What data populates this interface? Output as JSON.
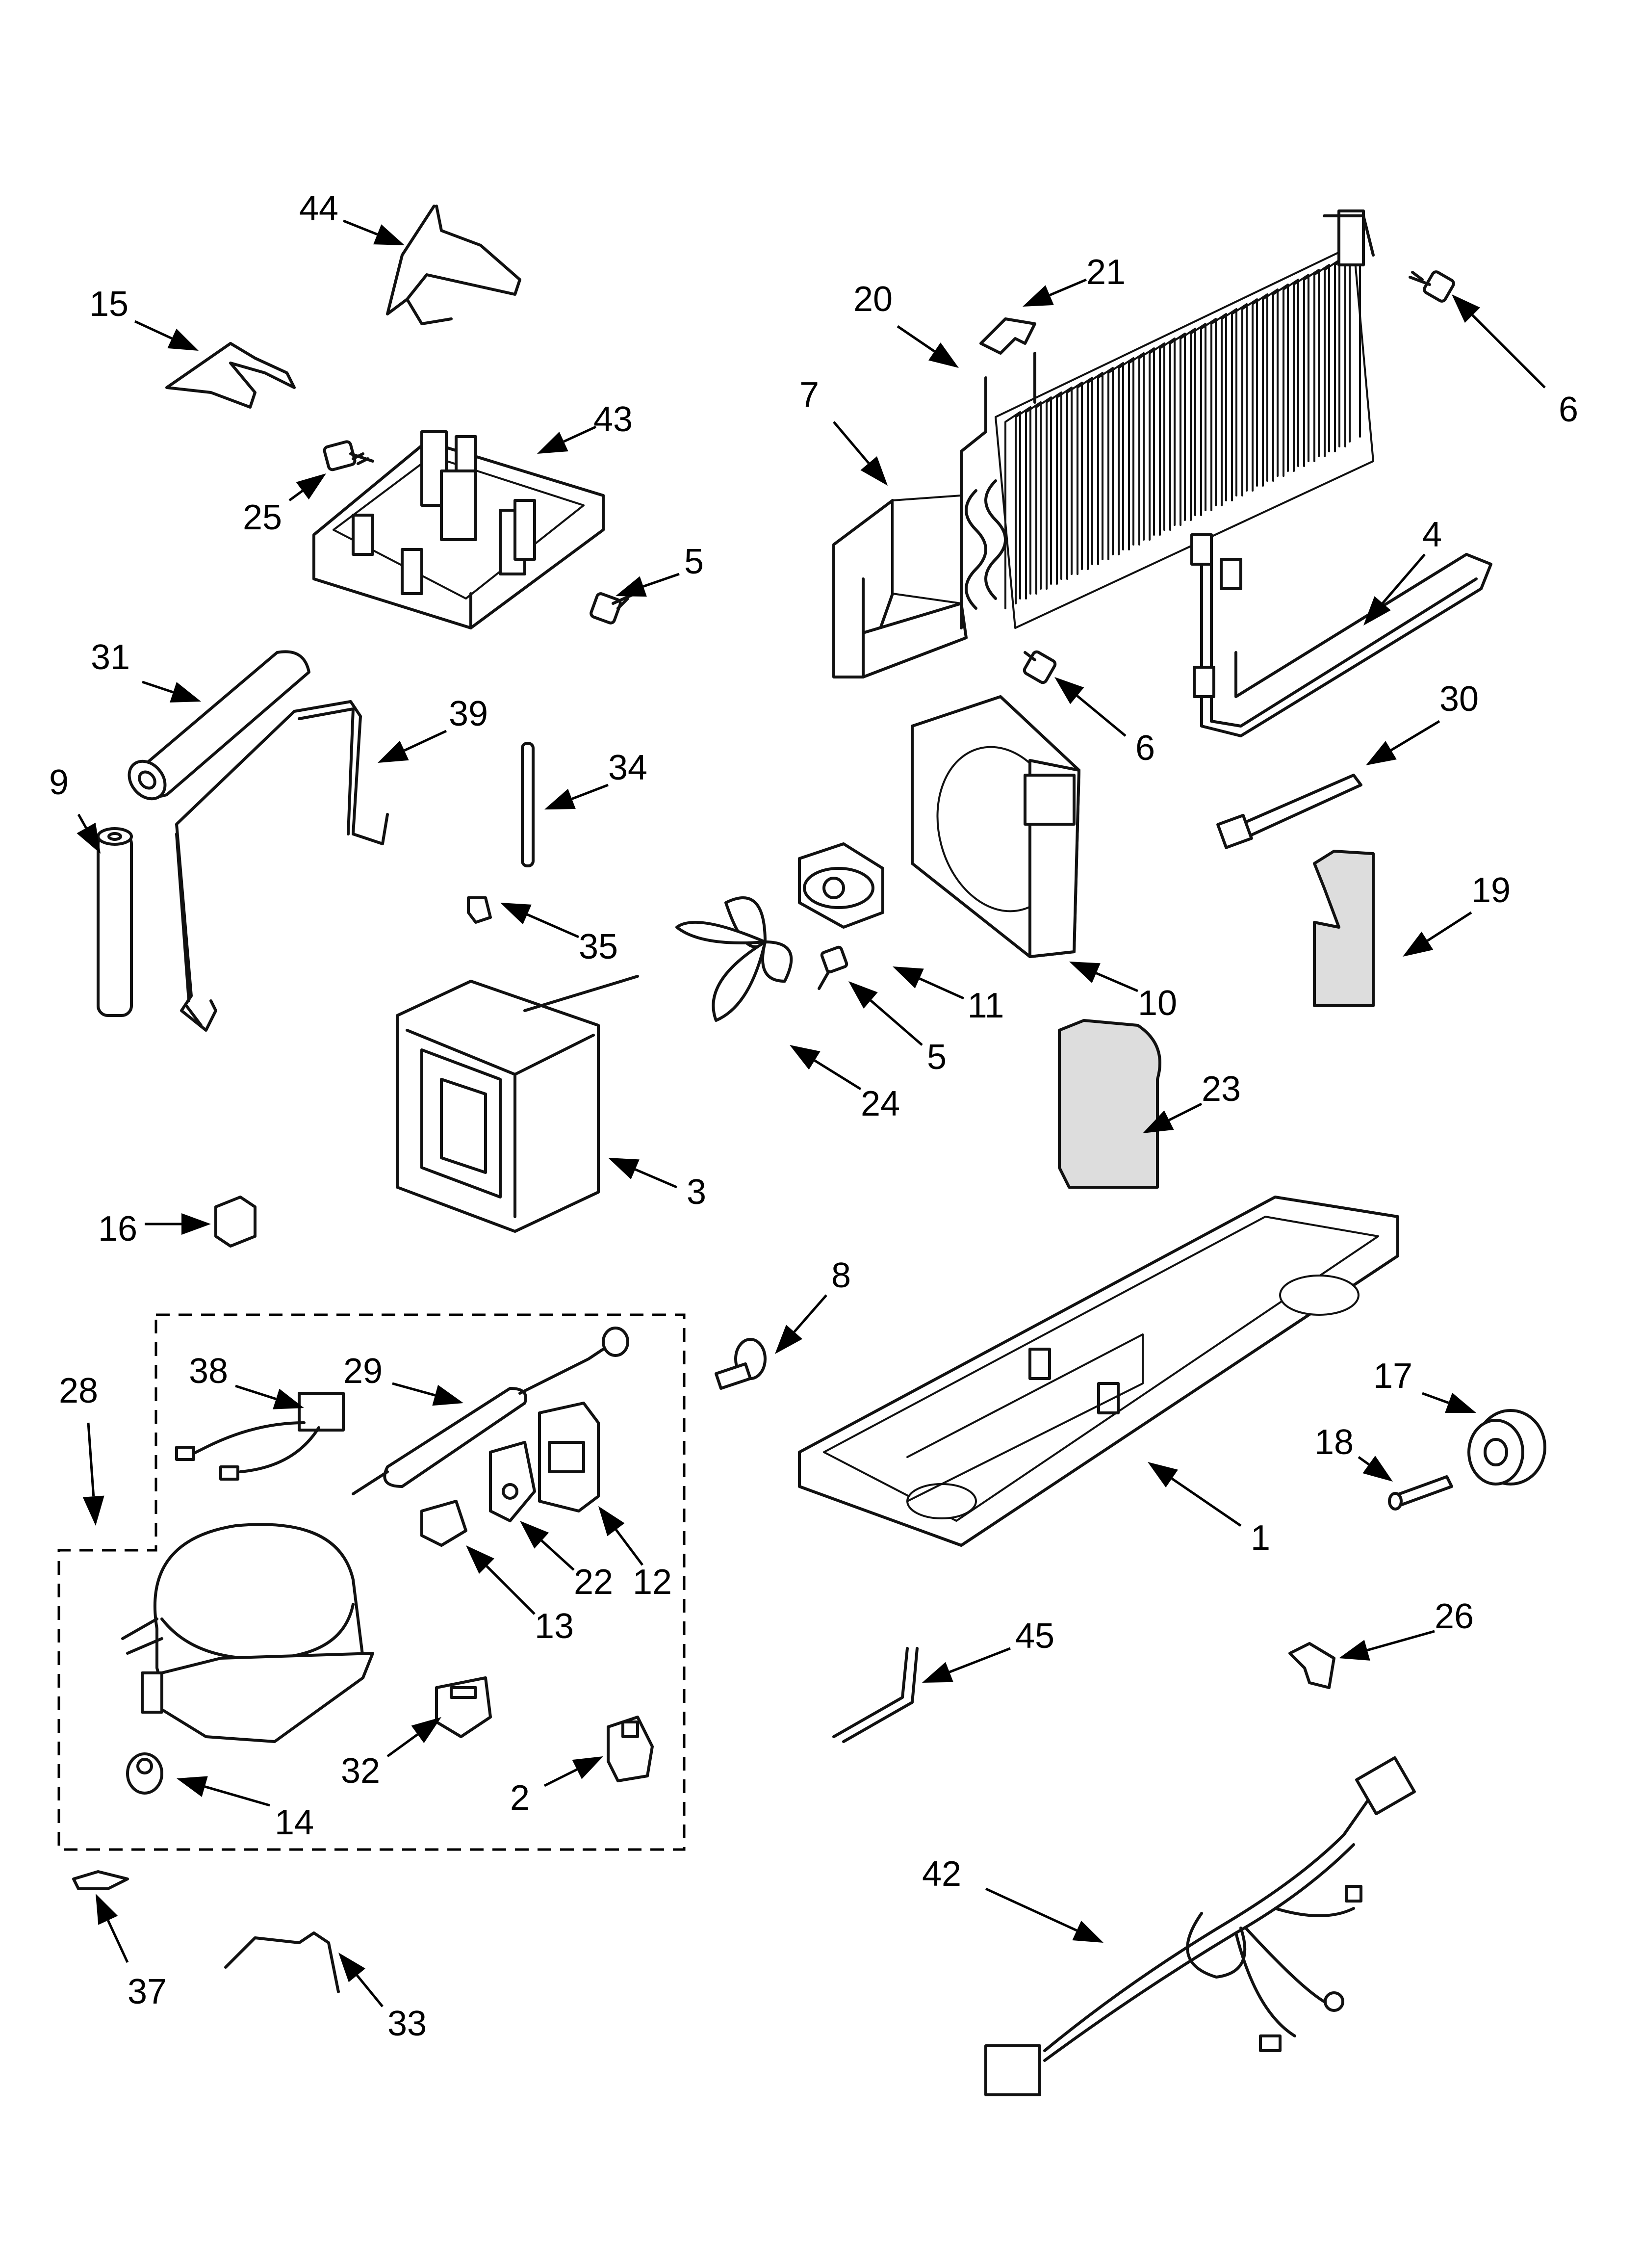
{
  "callouts": [
    {
      "id": "44",
      "label": "44"
    },
    {
      "id": "15",
      "label": "15"
    },
    {
      "id": "43",
      "label": "43"
    },
    {
      "id": "25",
      "label": "25"
    },
    {
      "id": "5a",
      "label": "5"
    },
    {
      "id": "20",
      "label": "20"
    },
    {
      "id": "21",
      "label": "21"
    },
    {
      "id": "7",
      "label": "7"
    },
    {
      "id": "6a",
      "label": "6"
    },
    {
      "id": "6b",
      "label": "6"
    },
    {
      "id": "4",
      "label": "4"
    },
    {
      "id": "31",
      "label": "31"
    },
    {
      "id": "39",
      "label": "39"
    },
    {
      "id": "34",
      "label": "34"
    },
    {
      "id": "9",
      "label": "9"
    },
    {
      "id": "35",
      "label": "35"
    },
    {
      "id": "30",
      "label": "30"
    },
    {
      "id": "19",
      "label": "19"
    },
    {
      "id": "11",
      "label": "11"
    },
    {
      "id": "10",
      "label": "10"
    },
    {
      "id": "5b",
      "label": "5"
    },
    {
      "id": "24",
      "label": "24"
    },
    {
      "id": "23",
      "label": "23"
    },
    {
      "id": "3",
      "label": "3"
    },
    {
      "id": "16",
      "label": "16"
    },
    {
      "id": "8",
      "label": "8"
    },
    {
      "id": "28",
      "label": "28"
    },
    {
      "id": "38",
      "label": "38"
    },
    {
      "id": "29",
      "label": "29"
    },
    {
      "id": "17",
      "label": "17"
    },
    {
      "id": "18",
      "label": "18"
    },
    {
      "id": "1",
      "label": "1"
    },
    {
      "id": "22",
      "label": "22"
    },
    {
      "id": "12",
      "label": "12"
    },
    {
      "id": "13",
      "label": "13"
    },
    {
      "id": "45",
      "label": "45"
    },
    {
      "id": "26",
      "label": "26"
    },
    {
      "id": "32",
      "label": "32"
    },
    {
      "id": "2",
      "label": "2"
    },
    {
      "id": "14",
      "label": "14"
    },
    {
      "id": "42",
      "label": "42"
    },
    {
      "id": "37",
      "label": "37"
    },
    {
      "id": "33",
      "label": "33"
    }
  ]
}
